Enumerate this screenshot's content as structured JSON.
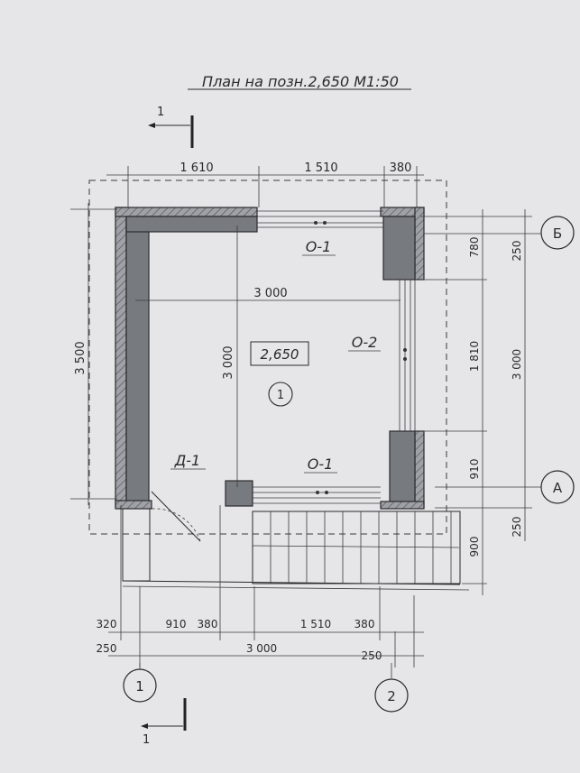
{
  "title": "План на позн.2,650 М1:50",
  "section_mark": "1",
  "dims_top": [
    "1 610",
    "1 510",
    "380"
  ],
  "dims_left": "3 500",
  "dims_inner_h": "3 000",
  "dims_inner_v": "3 000",
  "dims_right_inner": [
    "780",
    "1 810",
    "910"
  ],
  "dims_right_outer": [
    "250",
    "3 000",
    "250"
  ],
  "dims_right_porch": "900",
  "dims_bottom_row1": [
    "320",
    "910",
    "380",
    "1 510",
    "380"
  ],
  "dims_bottom_row2": [
    "250",
    "3 000",
    "250"
  ],
  "axis_letters": [
    "Б",
    "А"
  ],
  "axis_numbers": [
    "1",
    "2"
  ],
  "room_number": "1",
  "level_mark": "2,650",
  "labels": {
    "window_top": "О-1",
    "window_right": "О-2",
    "window_bottom": "О-1",
    "door": "Д-1"
  }
}
